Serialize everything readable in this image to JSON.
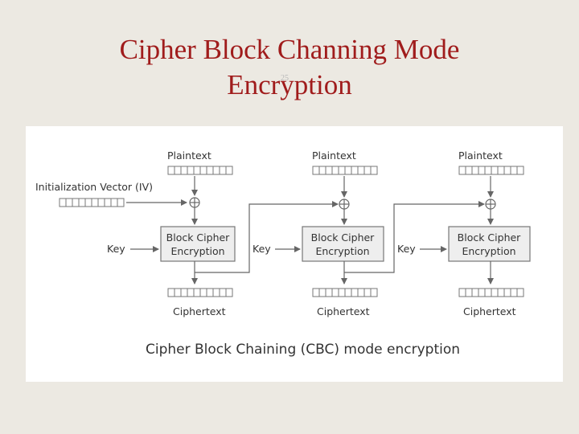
{
  "slide": {
    "title_line1": "Cipher Block Channing Mode",
    "title_line2": "Encryption",
    "slide_number": "25"
  },
  "diagram": {
    "iv_label": "Initialization Vector (IV)",
    "stages": [
      {
        "plaintext": "Plaintext",
        "box_line1": "Block Cipher",
        "box_line2": "Encryption",
        "key": "Key",
        "ciphertext": "Ciphertext"
      },
      {
        "plaintext": "Plaintext",
        "box_line1": "Block Cipher",
        "box_line2": "Encryption",
        "key": "Key",
        "ciphertext": "Ciphertext"
      },
      {
        "plaintext": "Plaintext",
        "box_line1": "Block Cipher",
        "box_line2": "Encryption",
        "key": "Key",
        "ciphertext": "Ciphertext"
      }
    ],
    "caption": "Cipher Block Chaining (CBC) mode encryption",
    "colors": {
      "line": "#666666",
      "box_fill": "#eeeeee",
      "box_stroke": "#777777",
      "text": "#333333"
    }
  }
}
